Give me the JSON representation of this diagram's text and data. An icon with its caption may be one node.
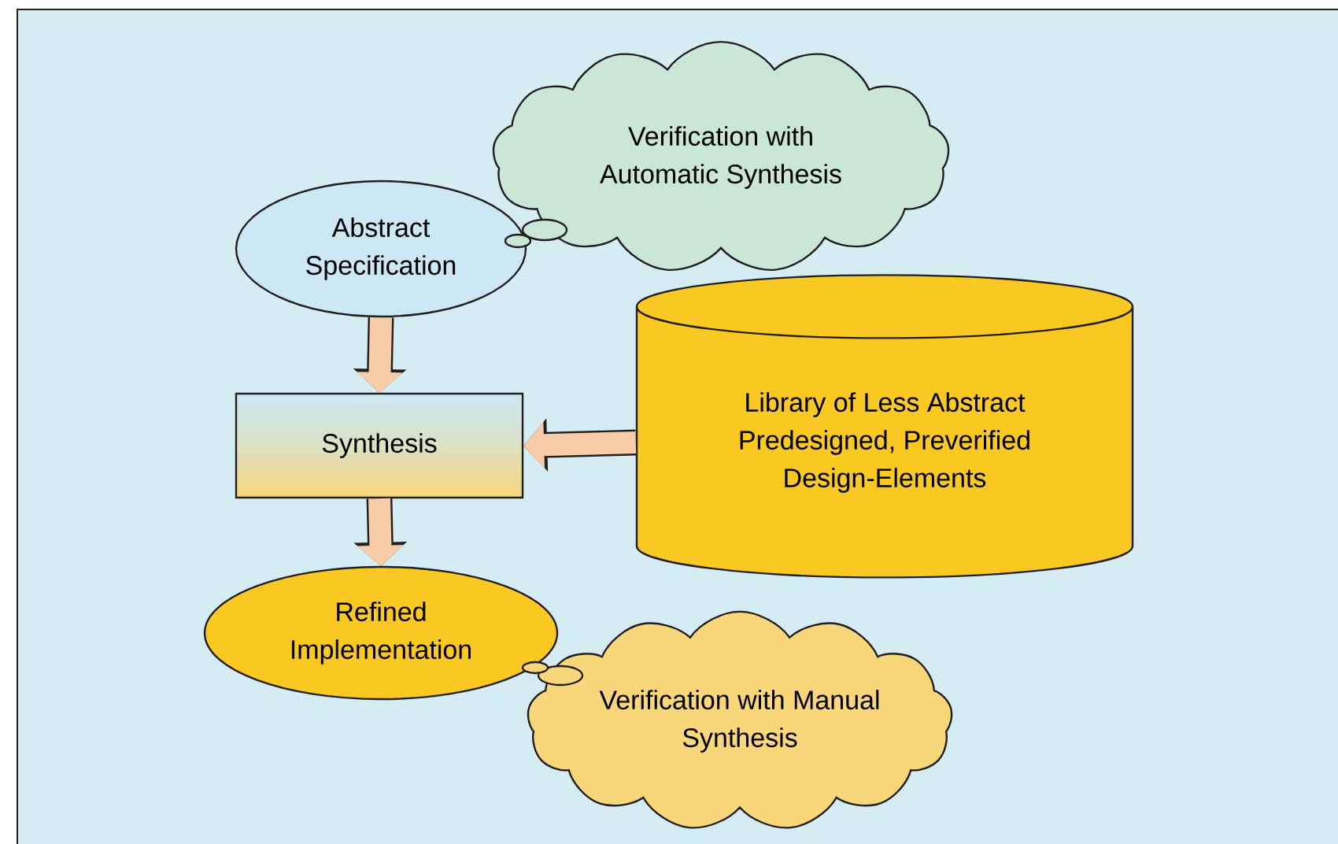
{
  "diagram": {
    "nodes": [
      {
        "text": [
          "Abstract Specification"
        ]
      },
      {
        "text": [
          "Verification with Automatic Synthesis"
        ]
      },
      {
        "text": [
          "Synthesis"
        ]
      },
      {
        "text": [
          "Library of Less Abstract Predesigned, Preverified Design-Elements"
        ]
      },
      {
        "text": [
          "Refined Implementation"
        ]
      },
      {
        "text": [
          "Verification with Manual Synthesis"
        ]
      }
    ],
    "edges": [
      {
        "from": 0,
        "to": 2,
        "arrow": "to"
      },
      {
        "from": 3,
        "to": 2,
        "arrow": "to"
      },
      {
        "from": 2,
        "to": 4,
        "arrow": "to"
      }
    ]
  }
}
